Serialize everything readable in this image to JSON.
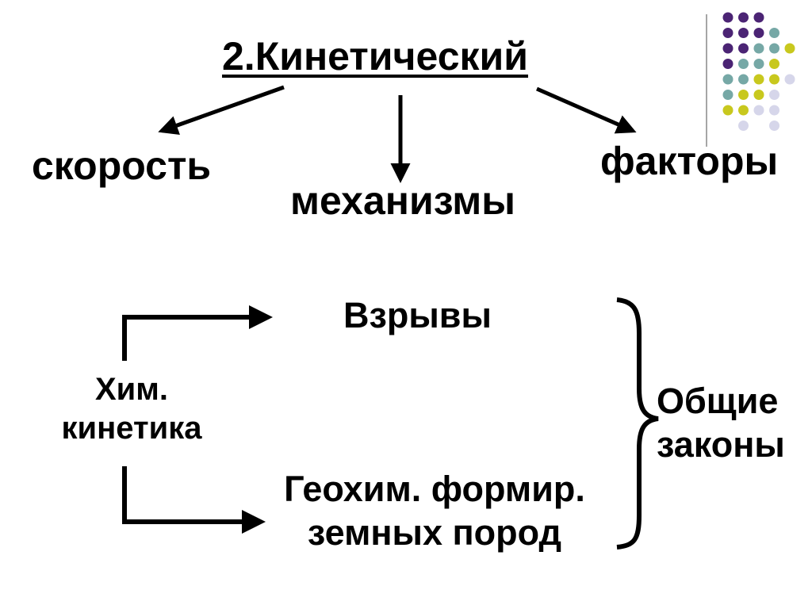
{
  "title": "2.Кинетический",
  "branches": {
    "left": "скорость",
    "middle": "механизмы",
    "right": "факторы"
  },
  "lower": {
    "top": "Взрывы",
    "source": [
      "Хим.",
      "кинетика"
    ],
    "bottom": [
      "Геохим. формир.",
      "земных пород"
    ],
    "brace_label": [
      "Общие",
      "законы"
    ]
  },
  "colors": {
    "text": "#000000",
    "decor_purple": "#4b2474",
    "decor_teal": "#76a8a6",
    "decor_yellow": "#c8c81e",
    "decor_lavender": "#d6d6ea",
    "decor_rule": "#a6a6a6"
  }
}
